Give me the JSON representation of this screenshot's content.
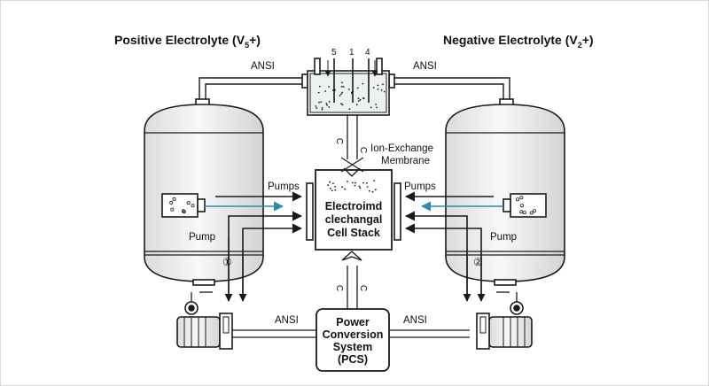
{
  "titles": {
    "positive_prefix": "Positive Electrolyte (V",
    "positive_sub": "5",
    "positive_suffix": "+)",
    "negative_prefix": "Negative Electrolyte (V",
    "negative_sub": "2",
    "negative_suffix": "+)"
  },
  "labels": {
    "ansi_top_left": "ANSI",
    "ansi_top_right": "ANSI",
    "ansi_bottom_left": "ANSI",
    "ansi_bottom_right": "ANSI",
    "tank_top_num_1": "5",
    "tank_top_num_2": "1",
    "tank_top_num_3": "4",
    "membrane_line1": "Ion-Exchange",
    "membrane_line2": "Membrane",
    "c_upper": "C",
    "c_upper_2": "C",
    "c_lower": "C",
    "c_lower_2": "C",
    "pumps_left": "Pumps",
    "pumps_right": "Pumps",
    "pump_left": "Pump",
    "pump_right": "Pump",
    "circle_1": "①",
    "circle_2": "②"
  },
  "cell_stack": {
    "line1": "Electroimd",
    "line2": "clechangal",
    "line3": "Cell Stack"
  },
  "pcs": {
    "line1": "Power",
    "line2": "Conversion",
    "line3": "System",
    "line4": "(PCS)"
  },
  "colors": {
    "stroke": "#1a1a1a",
    "flow_arrow": "#2a8bb0",
    "tank_fill": "#f2f2f2",
    "liquid_fill": "#e9eef0"
  }
}
